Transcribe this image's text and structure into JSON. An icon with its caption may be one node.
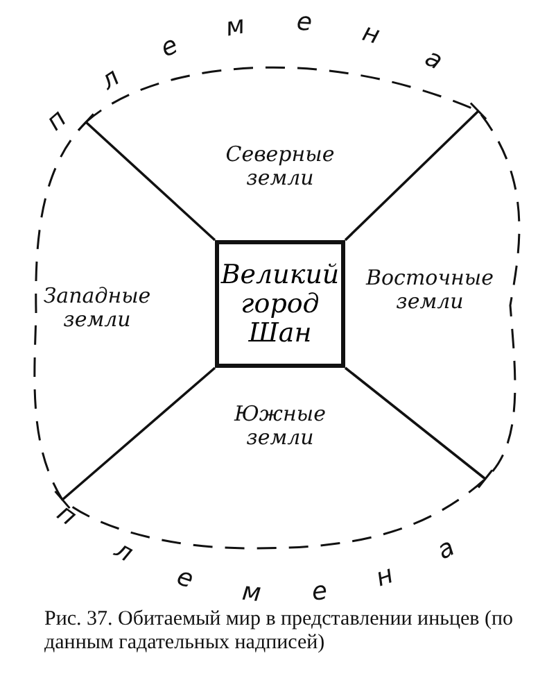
{
  "diagram": {
    "caption": "Рис. 37. Обитаемый мир в представлении иньцев (по данным гадательных надписей)",
    "nodes": [
      {
        "text": [
          "Великий город Шан"
        ]
      }
    ],
    "labels": [
      "племена",
      "Северные земли",
      "Западные земли",
      "Восточные земли",
      "Южные земли",
      "племена"
    ]
  }
}
